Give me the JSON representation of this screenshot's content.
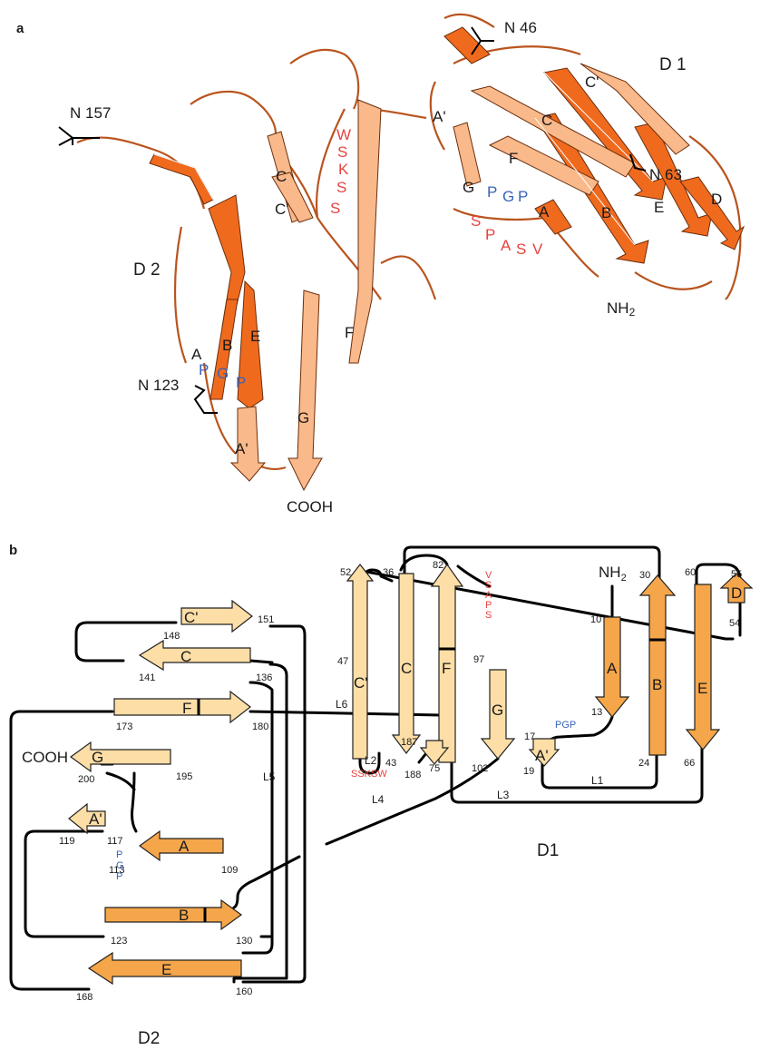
{
  "panel_a": {
    "letter": "a",
    "d1_label": "D 1",
    "d2_label": "D 2",
    "nh2": "NH",
    "nh2_sub": "2",
    "cooh": "COOH",
    "glyco": {
      "n46": "N 46",
      "n63": "N 63",
      "n123": "N 123",
      "n157": "N 157"
    },
    "d1_strands": [
      "A",
      "A'",
      "B",
      "C",
      "C'",
      "D",
      "E",
      "F",
      "G"
    ],
    "d2_strands": [
      "A",
      "A'",
      "B",
      "C",
      "C'",
      "E",
      "F",
      "G"
    ],
    "linker_motif": [
      "W",
      "S",
      "K",
      "S",
      "S"
    ],
    "d1_motif_red": [
      "S",
      "P",
      "A",
      "S",
      "V"
    ],
    "d1_motif_blue": [
      "P",
      "G",
      "P"
    ],
    "d2_motif_blue": [
      "P",
      "G",
      "P"
    ]
  },
  "panel_b": {
    "letter": "b",
    "d1_label": "D1",
    "d2_label": "D2",
    "nh2": "NH",
    "nh2_sub": "2",
    "cooh": "COOH",
    "vsaps": [
      "V",
      "S",
      "A",
      "P",
      "S"
    ],
    "pgp": "PGP",
    "pgp_vertical": [
      "P",
      "G",
      "P"
    ],
    "sskswlabel": "SSKSW",
    "loops": [
      "L1",
      "L2",
      "L3",
      "L4",
      "L5",
      "L6"
    ],
    "d1_strands": {
      "A": {
        "label": "A",
        "start": "10",
        "end": "13"
      },
      "Ap": {
        "label": "A'",
        "start": "17",
        "end": "19"
      },
      "B": {
        "label": "B",
        "start": "24",
        "end": "30"
      },
      "C": {
        "label": "C",
        "start": "36",
        "end": "43"
      },
      "Cp": {
        "label": "C'",
        "start": "47",
        "end": "52"
      },
      "D": {
        "label": "D",
        "start": "54",
        "end": "55"
      },
      "E": {
        "label": "E",
        "start": "60",
        "end": "66"
      },
      "F": {
        "label": "F",
        "start": "75",
        "end": "82"
      },
      "G": {
        "label": "G",
        "start": "97",
        "end": "102"
      }
    },
    "d2_strands": {
      "Cp": {
        "label": "C'",
        "start": "148",
        "end": "151"
      },
      "C": {
        "label": "C",
        "start": "136",
        "end": "141"
      },
      "F": {
        "label": "F",
        "start": "173",
        "end": "180"
      },
      "H": {
        "label": "",
        "start": "187",
        "end": "188"
      },
      "G": {
        "label": "G",
        "start": "195",
        "end": "200"
      },
      "Ap": {
        "label": "A'",
        "start": "117",
        "end": "119"
      },
      "A": {
        "label": "A",
        "start": "109",
        "end": "113"
      },
      "B": {
        "label": "B",
        "start": "123",
        "end": "130"
      },
      "E": {
        "label": "E",
        "start": "160",
        "end": "168"
      }
    }
  }
}
